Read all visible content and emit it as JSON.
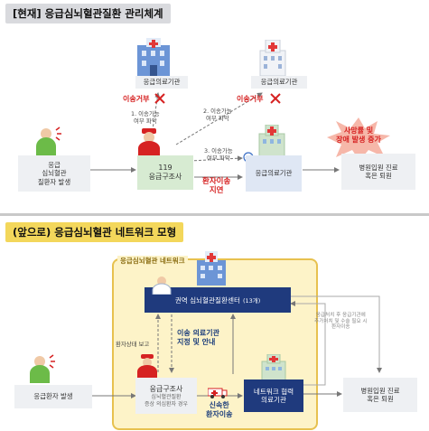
{
  "top": {
    "title": "[현재] 응급심뇌혈관질환 관리체계",
    "patient": "응급\n심뇌혈관\n질환자 발생",
    "ambulance": "119\n응급구조사",
    "hospital1": "응급의료기관",
    "hospital2": "응급의료기관",
    "hospital3": "응급의료기관",
    "refuse1": "이송거부",
    "refuse2": "이송거부",
    "step1": "1. 이송가능\n여부 파악",
    "step2": "2. 이송가능\n여부 파악",
    "step3": "3. 이송가능\n여부 파악",
    "delay": "환자이송\n지연",
    "burst": "사망률 및\n장애 발생 증가",
    "outcome": "병원입원 진료\n혹은 퇴원"
  },
  "bottom": {
    "title": "(앞으로) 응급심뇌혈관 네트워크 모형",
    "network_label": "응급심뇌혈관 네트워크",
    "center": "권역 심뇌혈관질환센터",
    "center_count": "(13개)",
    "patient": "응급환자 발생",
    "ambulance": "응급구조사",
    "ambulance_sub": "심뇌혈관질환\n증상 의심환자 경우",
    "report": "환자상태 보고",
    "guide": "이송 의료기관\n지정 및 안내",
    "fast": "신속한\n환자이송",
    "partner": "네트워크 협력\n의료기관",
    "referral": "응급처치 후 응급기관에\n추가처치 및 수술 필요 시\n환자이송",
    "outcome": "병원입원 진료\n혹은 퇴원"
  },
  "colors": {
    "accent_red": "#d62222",
    "navy": "#1f3a7d",
    "network_bg": "#fdf3c8",
    "network_border": "#e7c14f",
    "green": "#d7ebd2"
  }
}
